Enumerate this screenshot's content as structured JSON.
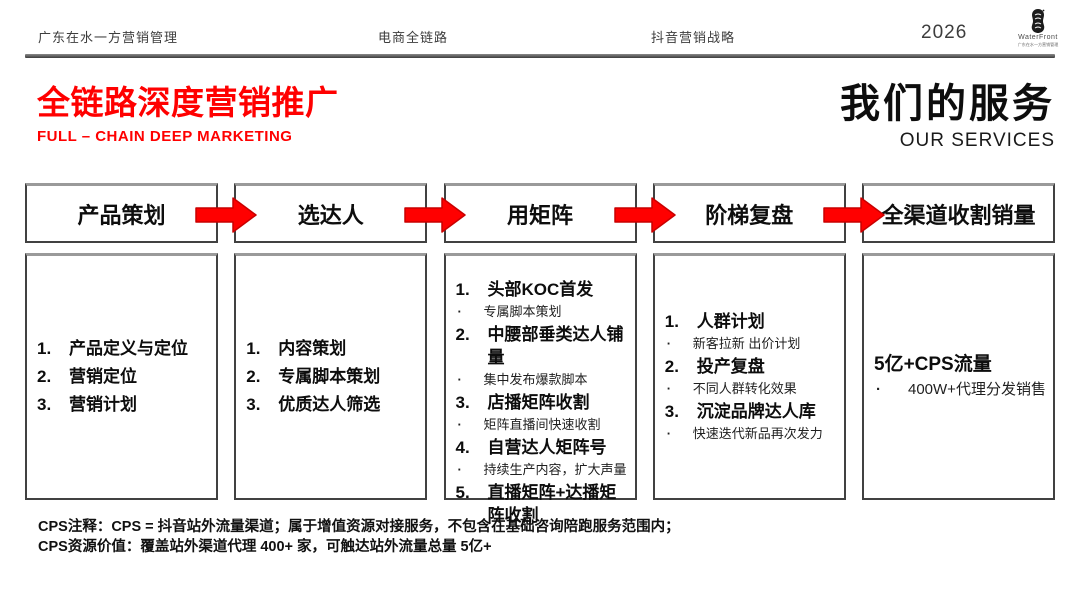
{
  "header": {
    "nav": [
      "广东在水一方营销管理",
      "电商全链路",
      "抖音营销战略"
    ],
    "year": "2026",
    "logo_text": "WaterFront",
    "logo_tagline": "广东在水一方营销管理"
  },
  "title": {
    "main": "全链路深度营销推广",
    "sub": "FULL – CHAIN DEEP MARKETING"
  },
  "services_title": {
    "main": "我们的服务",
    "sub": "OUR SERVICES"
  },
  "colors": {
    "accent_red": "#ff0000",
    "arrow_fill": "#ff0000",
    "arrow_stroke": "#c90000",
    "box_border": "#414141"
  },
  "flow": {
    "steps": [
      {
        "label": "产品策划",
        "items": [
          {
            "t": "num",
            "n": "1.",
            "text": "产品定义与定位"
          },
          {
            "t": "num",
            "n": "2.",
            "text": "营销定位"
          },
          {
            "t": "num",
            "n": "3.",
            "text": "营销计划"
          }
        ]
      },
      {
        "label": "选达人",
        "items": [
          {
            "t": "num",
            "n": "1.",
            "text": "内容策划"
          },
          {
            "t": "num",
            "n": "2.",
            "text": "专属脚本策划"
          },
          {
            "t": "num",
            "n": "3.",
            "text": "优质达人筛选"
          }
        ]
      },
      {
        "label": "用矩阵",
        "items": [
          {
            "t": "num",
            "n": "1.",
            "text": "头部KOC首发"
          },
          {
            "t": "bullet",
            "n": "·",
            "text": "专属脚本策划"
          },
          {
            "t": "num",
            "n": "2.",
            "text": "中腰部垂类达人铺量"
          },
          {
            "t": "bullet",
            "n": "·",
            "text": "集中发布爆款脚本"
          },
          {
            "t": "num",
            "n": "3.",
            "text": "店播矩阵收割"
          },
          {
            "t": "bullet",
            "n": "·",
            "text": "矩阵直播间快速收割"
          },
          {
            "t": "num",
            "n": "4.",
            "text": "自营达人矩阵号"
          },
          {
            "t": "bullet",
            "n": "·",
            "text": "持续生产内容，扩大声量"
          },
          {
            "t": "num",
            "n": "5.",
            "text": "直播矩阵+达播矩阵收割"
          }
        ]
      },
      {
        "label": "阶梯复盘",
        "items": [
          {
            "t": "num",
            "n": "1.",
            "text": "人群计划"
          },
          {
            "t": "bullet",
            "n": "·",
            "text": "新客拉新 出价计划"
          },
          {
            "t": "num",
            "n": "2.",
            "text": "投产复盘"
          },
          {
            "t": "bullet",
            "n": "·",
            "text": "不同人群转化效果"
          },
          {
            "t": "num",
            "n": "3.",
            "text": "沉淀品牌达人库"
          },
          {
            "t": "bullet",
            "n": "·",
            "text": "快速迭代新品再次发力"
          }
        ]
      },
      {
        "label": "全渠道收割销量",
        "items": [
          {
            "t": "title",
            "n": "",
            "text": "5亿+CPS流量"
          },
          {
            "t": "bullet",
            "n": "·",
            "text": "400W+代理分发销售"
          }
        ]
      }
    ]
  },
  "footnotes": [
    "CPS注释：CPS = 抖音站外流量渠道；属于增值资源对接服务，不包含在基础咨询陪跑服务范围内；",
    "CPS资源价值：覆盖站外渠道代理 400+ 家，可触达站外流量总量 5亿+"
  ]
}
